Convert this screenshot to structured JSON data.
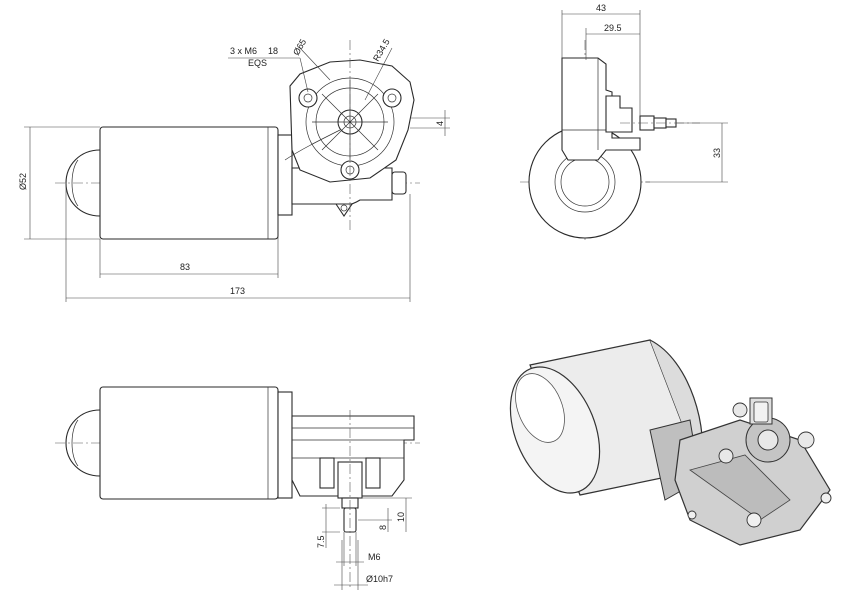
{
  "dimensions": {
    "diameter_body": "Ø52",
    "length_motor": "83",
    "length_total": "173",
    "holes_note_line1": "3 x M6",
    "holes_note_depth": "18",
    "holes_note_line2": "EQS",
    "bolt_circle_diameter": "Ø65",
    "radius": "R34.5",
    "offset_small": "4",
    "width_top": "43",
    "width_half": "29.5",
    "height_shaft": "33",
    "shaft_len_1": "7.5",
    "shaft_len_2": "8",
    "shaft_len_3": "10",
    "thread": "M6",
    "shaft_diameter": "Ø10h7"
  }
}
